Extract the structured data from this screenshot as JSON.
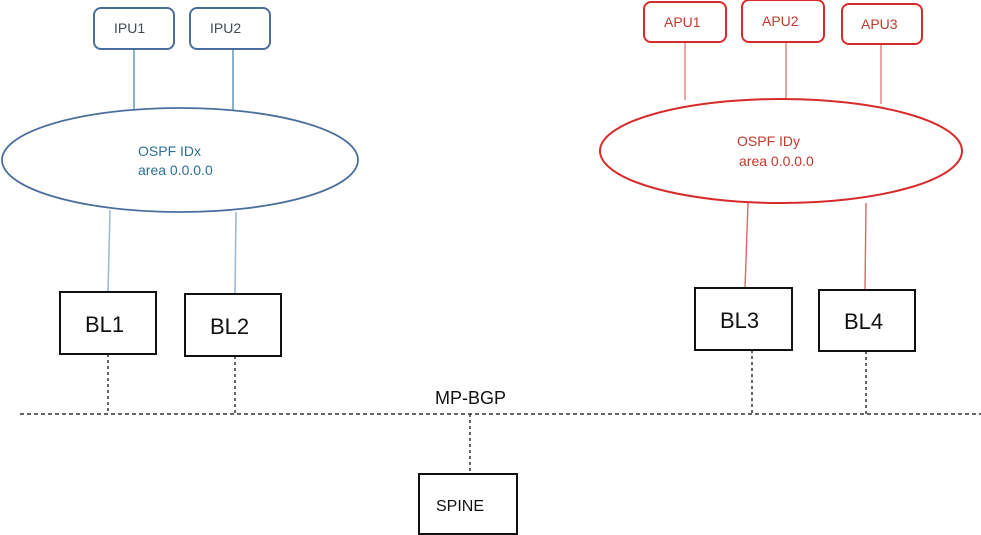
{
  "ospf_domain_x": {
    "units": [
      "IPU1",
      "IPU2"
    ],
    "area_name": "OSPF IDx",
    "area_id": "area 0.0.0.0",
    "color": "#4a6f9c"
  },
  "ospf_domain_y": {
    "units": [
      "APU1",
      "APU2",
      "APU3"
    ],
    "area_name": "OSPF IDy",
    "area_id": "area 0.0.0.0",
    "color": "#d62b2b"
  },
  "border_leafs": [
    "BL1",
    "BL2",
    "BL3",
    "BL4"
  ],
  "bus": {
    "label": "MP-BGP"
  },
  "spine": {
    "label": "SPINE"
  }
}
